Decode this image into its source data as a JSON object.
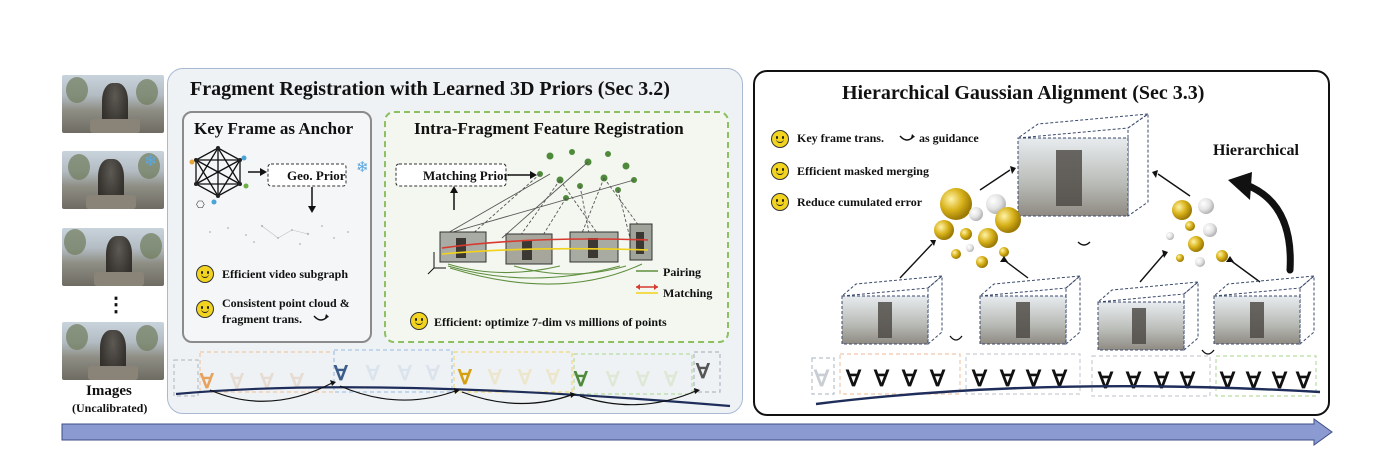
{
  "left_images": {
    "label": "Images",
    "sublabel": "(Uncalibrated)",
    "ellipsis": "⋮"
  },
  "fragment_panel": {
    "title": "Fragment Registration with Learned 3D Priors (Sec 3.2)",
    "key_frame": {
      "title": "Key Frame as Anchor",
      "geo_prior": "Geo. Prior",
      "benefits": [
        "Efficient video subgraph",
        "Consistent point cloud &",
        "fragment trans."
      ]
    },
    "intra": {
      "title": "Intra-Fragment Feature Registration",
      "matching_prior": "Matching Prior",
      "legend_pairing": "Pairing",
      "legend_matching": "Matching",
      "benefit": "Efficient: optimize 7-dim vs millions of points"
    }
  },
  "alignment_panel": {
    "title": "Hierarchical Gaussian Alignment (Sec 3.3)",
    "benefits": [
      "Key frame trans.",
      "as guidance",
      "Efficient masked merging",
      "Reduce cumulated error"
    ],
    "hierarchical_label": "Hierarchical"
  },
  "colors": {
    "left_panel_bg": "#eef2f5",
    "left_panel_border": "#a9b9d3",
    "green_dash": "#8cc063",
    "timeline_arrow": "#8b9bd1",
    "node_green": "#4f8a3b",
    "gaussian_gold": "#d8b21a"
  },
  "icons": [
    "smiley-icon",
    "snowflake-icon",
    "camera-icon",
    "hierarchical-arrow-icon"
  ]
}
